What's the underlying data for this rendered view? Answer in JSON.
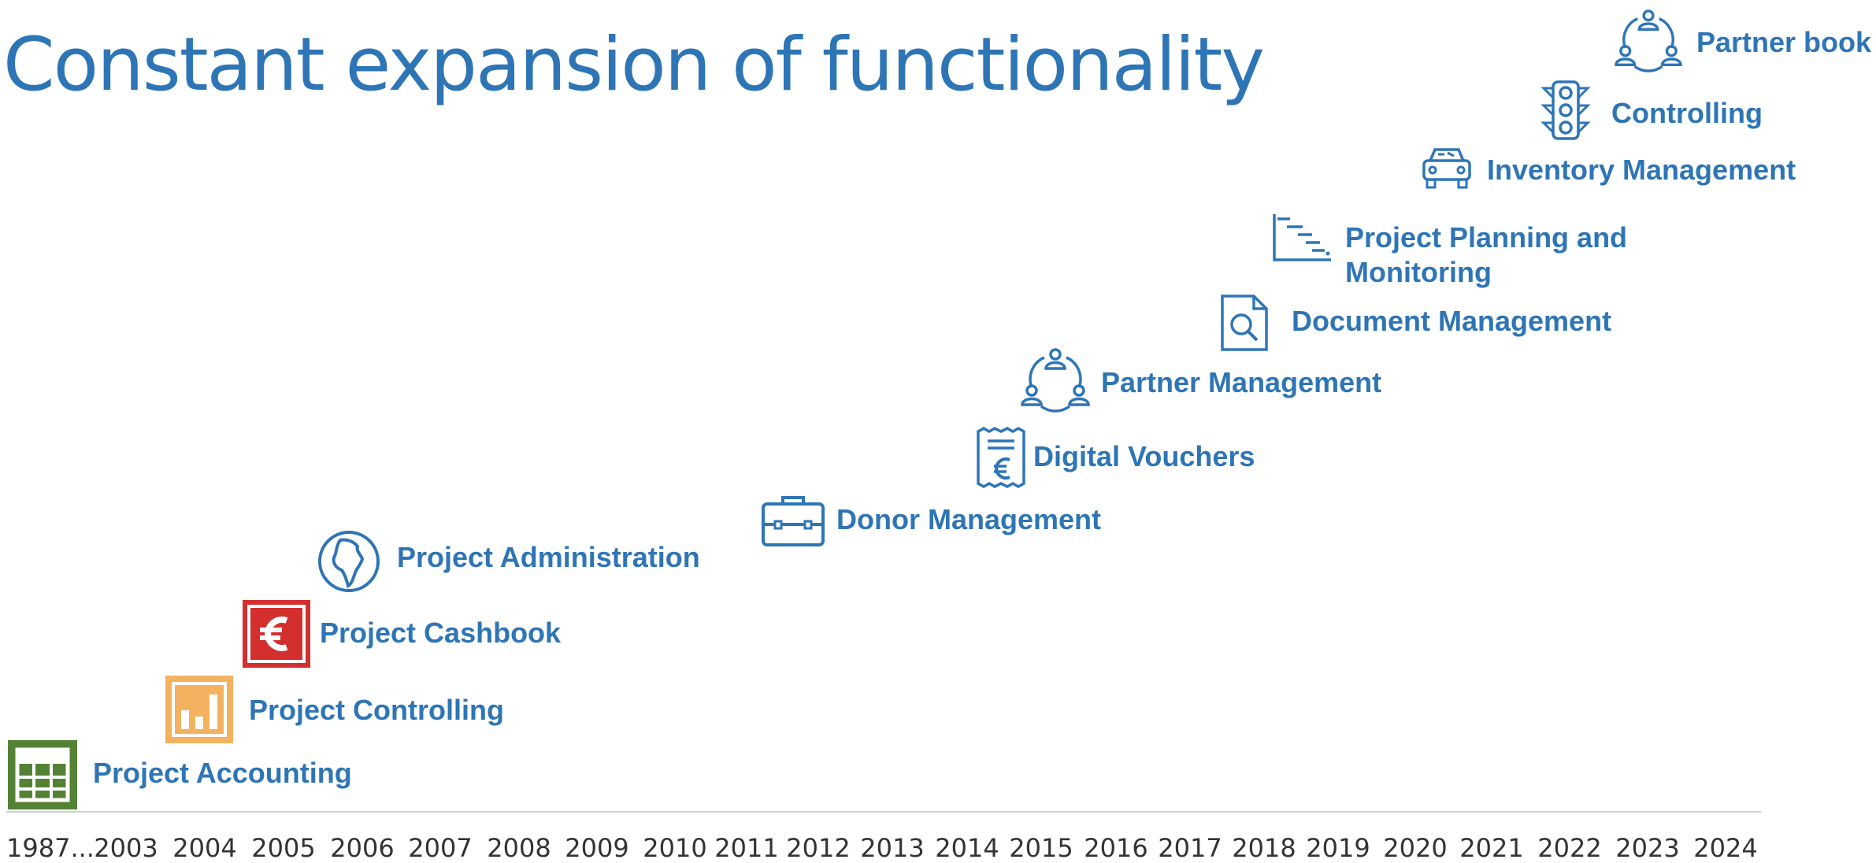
{
  "title": "Constant expansion of functionality",
  "colors": {
    "accent": "#2e75b6",
    "accounting_green": "#548235",
    "controlling_orange": "#f4b260",
    "cashbook_red": "#d32f2f"
  },
  "milestones": [
    {
      "label": "Project Accounting",
      "icon": "calculator-icon"
    },
    {
      "label": "Project Controlling",
      "icon": "bar-chart-icon"
    },
    {
      "label": "Project Cashbook",
      "icon": "euro-icon"
    },
    {
      "label": "Project Administration",
      "icon": "globe-africa-icon"
    },
    {
      "label": "Donor Management",
      "icon": "briefcase-icon"
    },
    {
      "label": "Digital Vouchers",
      "icon": "receipt-euro-icon"
    },
    {
      "label": "Partner Management",
      "icon": "people-network-icon"
    },
    {
      "label": "Document Management",
      "icon": "document-search-icon"
    },
    {
      "label": "Project Planning and Monitoring",
      "icon": "gantt-chart-icon"
    },
    {
      "label": "Inventory Management",
      "icon": "car-icon"
    },
    {
      "label": "Controlling",
      "icon": "traffic-light-icon"
    },
    {
      "label": "Partner book",
      "icon": "people-network-icon"
    }
  ],
  "timeline": {
    "years": [
      "1987...",
      "2003",
      "2004",
      "2005",
      "2006",
      "2007",
      "2008",
      "2009",
      "2010",
      "2011",
      "2012",
      "2013",
      "2014",
      "2015",
      "2016",
      "2017",
      "2018",
      "2019",
      "2020",
      "2021",
      "2022",
      "2023",
      "2024"
    ]
  }
}
